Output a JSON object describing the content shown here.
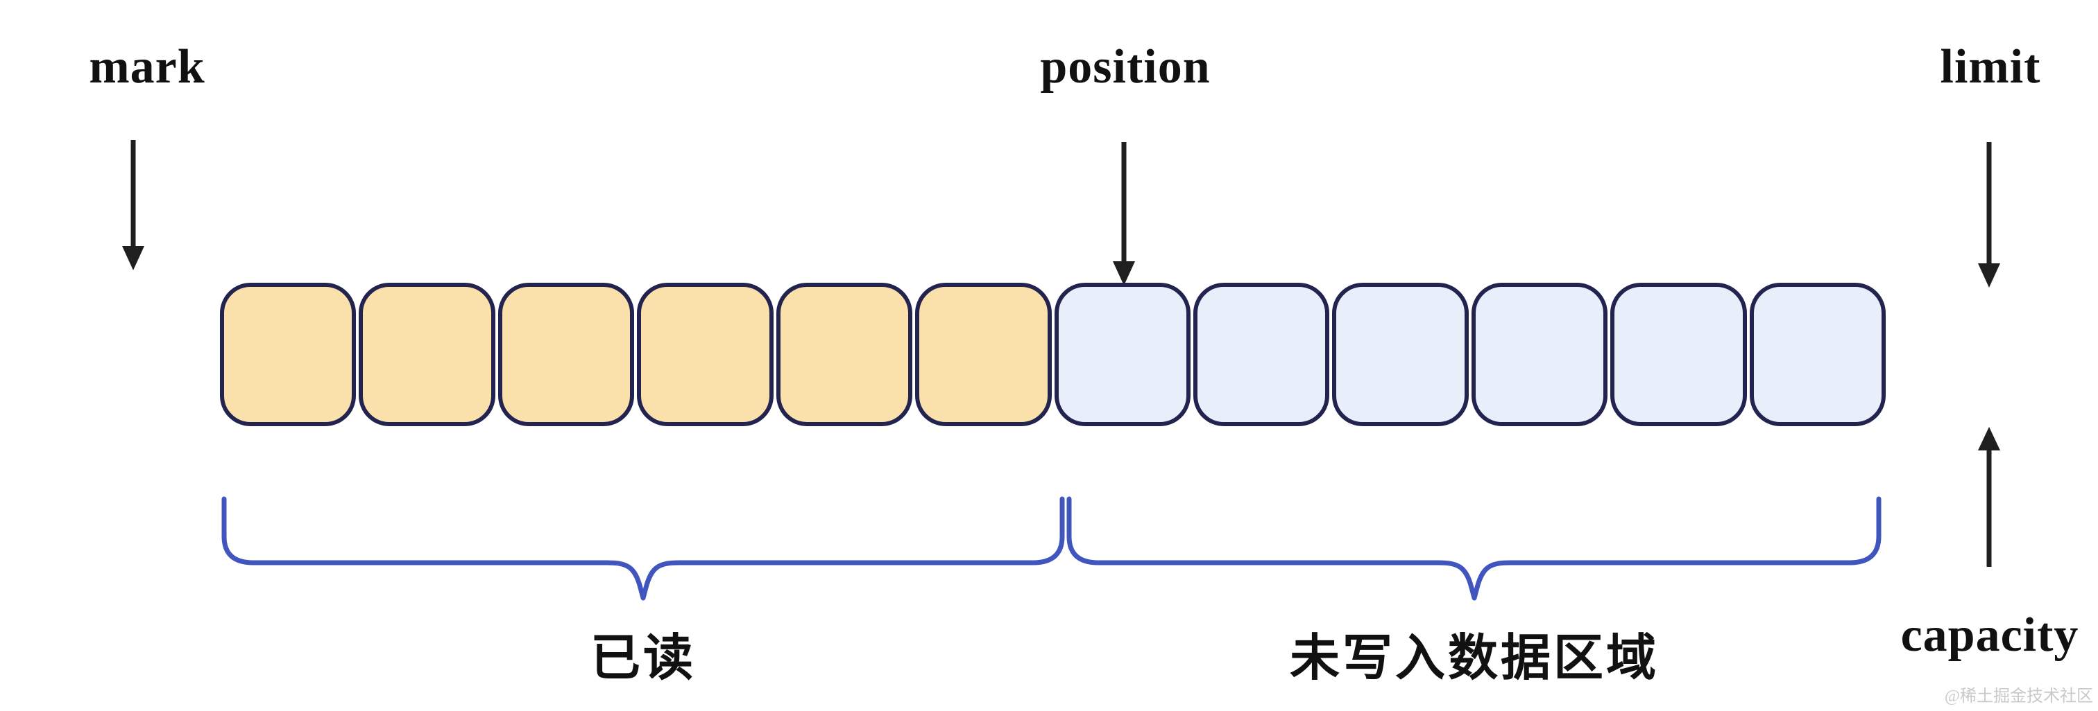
{
  "diagram": {
    "type": "buffer-structure-diagram",
    "pointers": {
      "mark": {
        "label": "mark",
        "direction": "down"
      },
      "position": {
        "label": "position",
        "direction": "down"
      },
      "limit": {
        "label": "limit",
        "direction": "down"
      },
      "capacity": {
        "label": "capacity",
        "direction": "up"
      }
    },
    "buffer": {
      "cell_count": 12,
      "cells": [
        "read",
        "read",
        "read",
        "read",
        "read",
        "read",
        "unwritten",
        "unwritten",
        "unwritten",
        "unwritten",
        "unwritten",
        "unwritten"
      ]
    },
    "regions": {
      "read": {
        "label": "已读"
      },
      "unwritten": {
        "label": "未写入数据区域"
      }
    },
    "watermark": {
      "text": "@稀土掘金技术社区"
    },
    "colors": {
      "background": "#ffffff",
      "read_cell_fill": "#FAE0AB",
      "unwritten_cell_fill": "#E9EFFA",
      "cell_border": "#232350",
      "brace": "#4155BE",
      "arrow": "#1F1F1F",
      "label_text": "#111111",
      "watermark_text": "#C9C9C9"
    }
  }
}
